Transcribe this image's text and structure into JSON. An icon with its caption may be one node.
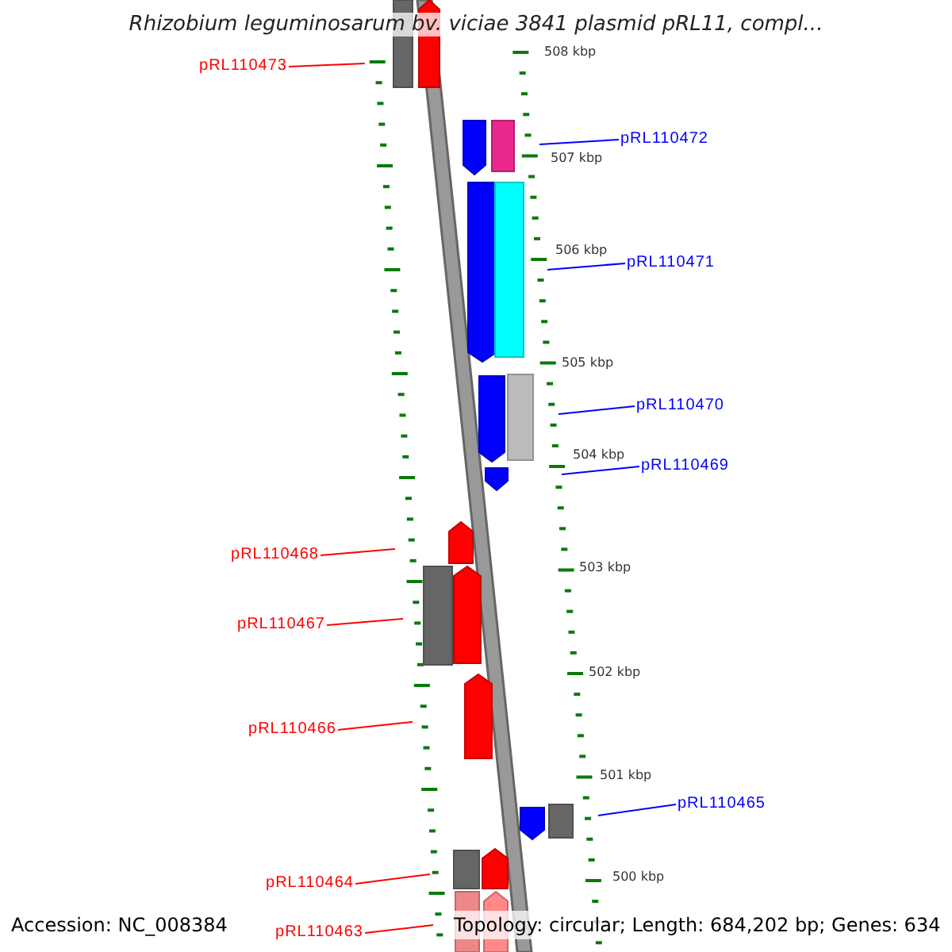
{
  "diagram": {
    "title": "Rhizobium leguminosarum bv. viciae 3841 plasmid pRL11, compl...",
    "nodes": [
      {
        "text": [
          "pRL110473"
        ]
      },
      {
        "text": [
          "pRL110472"
        ]
      },
      {
        "text": [
          "pRL110471"
        ]
      },
      {
        "text": [
          "pRL110470"
        ]
      },
      {
        "text": [
          "pRL110469"
        ]
      },
      {
        "text": [
          "pRL110468"
        ]
      },
      {
        "text": [
          "pRL110467"
        ]
      },
      {
        "text": [
          "pRL110466"
        ]
      },
      {
        "text": [
          "pRL110465"
        ]
      },
      {
        "text": [
          "pRL110464"
        ]
      },
      {
        "text": [
          "pRL110463"
        ]
      }
    ],
    "edges": [
      {
        "from": 0,
        "to": null,
        "arrow": "none"
      },
      {
        "from": 1,
        "to": null,
        "arrow": "none",
        "color": "#0000ff"
      },
      {
        "from": 2,
        "to": null,
        "arrow": "none",
        "color": "#0000ff"
      },
      {
        "from": 3,
        "to": null,
        "arrow": "none",
        "color": "#0000ff"
      },
      {
        "from": 4,
        "to": null,
        "arrow": "none",
        "color": "#0000ff"
      },
      {
        "from": 5,
        "to": null,
        "arrow": "none"
      },
      {
        "from": 6,
        "to": null,
        "arrow": "none"
      },
      {
        "from": 7,
        "to": null,
        "arrow": "none"
      },
      {
        "from": 8,
        "to": null,
        "arrow": "none",
        "color": "#0000ff"
      },
      {
        "from": 9,
        "to": null,
        "arrow": "none"
      },
      {
        "from": 10,
        "to": null,
        "arrow": "none"
      }
    ],
    "labels": [
      "508 kbp",
      "507 kbp",
      "506 kbp",
      "505 kbp",
      "504 kbp",
      "503 kbp",
      "502 kbp",
      "501 kbp",
      "500 kbp",
      "Accession: NC_008384",
      "Topology: circular; Length: 684,202 bp; Genes: 634"
    ]
  }
}
